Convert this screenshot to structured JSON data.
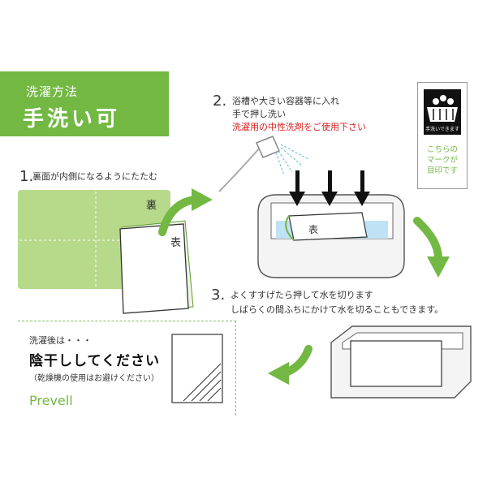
{
  "header": {
    "title": "洗濯方法",
    "subtitle": "手洗い可"
  },
  "step1": {
    "number": "1.",
    "text": "裏面が内側になるようにたたむ",
    "back_label": "裏",
    "front_label": "表"
  },
  "step2": {
    "number": "2.",
    "line1": "浴槽や大きい容器等に入れ",
    "line2": "手で押し洗い",
    "line3": "洗濯用の中性洗剤をご使用下さい",
    "front_label": "表"
  },
  "mark": {
    "icon_label": "手洗いできます",
    "caption_line1": "こちらの",
    "caption_line2": "マークが",
    "caption_line3": "目印です"
  },
  "step3": {
    "number": "3.",
    "line1": "よくすすげたら押して水を切ります",
    "line2": "しばらくの間ふちにかけて水を切ることもできます。"
  },
  "after": {
    "label": "洗濯後は・・・",
    "instruction": "陰干ししてください",
    "note": "（乾燥機の使用はお避けください）"
  },
  "brand": "Prevell",
  "colors": {
    "accent_green": "#72b843",
    "light_green": "#b7d98a",
    "red": "#d8201f",
    "water_blue": "#bfe3f5"
  }
}
